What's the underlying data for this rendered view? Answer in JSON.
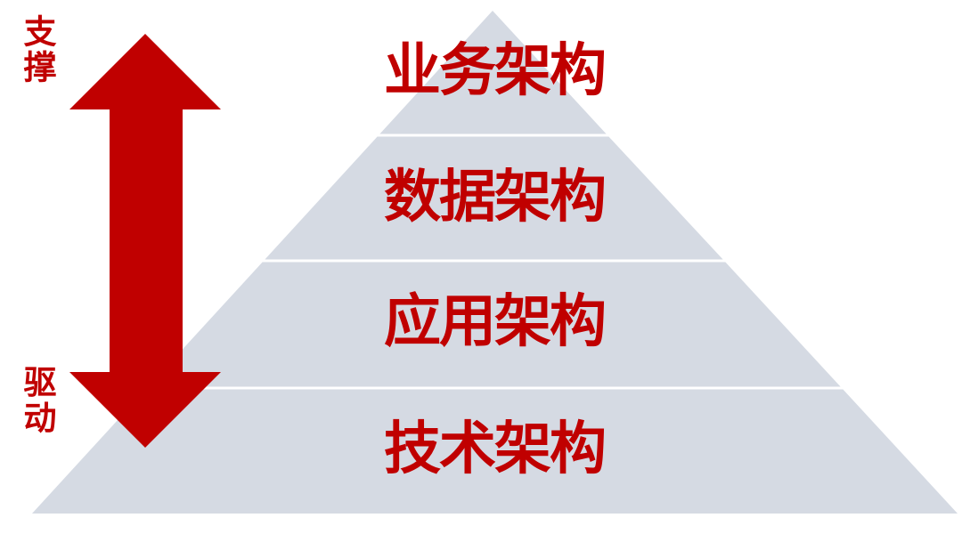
{
  "diagram": {
    "layers": [
      {
        "label": "业务架构"
      },
      {
        "label": "数据架构"
      },
      {
        "label": "应用架构"
      },
      {
        "label": "技术架构"
      }
    ],
    "arrow": {
      "top_label": "支撑",
      "bottom_label": "驱动"
    },
    "colors": {
      "accent": "#c00000",
      "pyramid_fill": "#d5dae3",
      "divider": "#ffffff",
      "background": "#ffffff"
    }
  }
}
